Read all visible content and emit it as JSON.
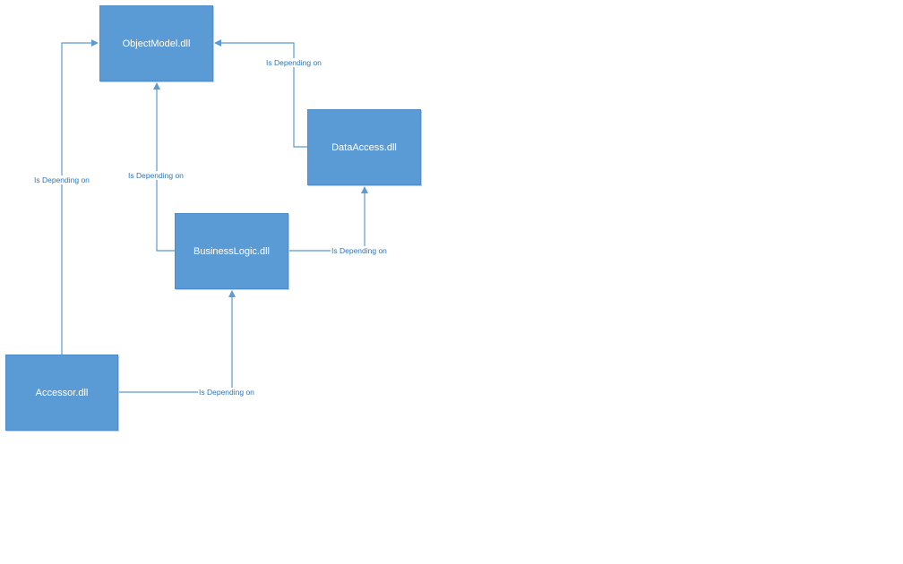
{
  "colors": {
    "node_fill": "#5b9bd5",
    "node_text": "#ffffff",
    "edge": "#5b9bd5",
    "edge_label": "#2e75b6",
    "background": "#ffffff"
  },
  "nodes": {
    "objectmodel": {
      "label": "ObjectModel.dll"
    },
    "dataaccess": {
      "label": "DataAccess.dll"
    },
    "businesslogic": {
      "label": "BusinessLogic.dll"
    },
    "accessor": {
      "label": "Accessor.dll"
    }
  },
  "edges": {
    "accessor_to_objectmodel": {
      "from": "Accessor.dll",
      "to": "ObjectModel.dll",
      "label": "Is Depending on"
    },
    "businesslogic_to_objectmodel": {
      "from": "BusinessLogic.dll",
      "to": "ObjectModel.dll",
      "label": "Is Depending on"
    },
    "dataaccess_to_objectmodel": {
      "from": "DataAccess.dll",
      "to": "ObjectModel.dll",
      "label": "Is Depending on"
    },
    "businesslogic_to_dataaccess": {
      "from": "BusinessLogic.dll",
      "to": "DataAccess.dll",
      "label": "Is Depending on"
    },
    "accessor_to_businesslogic": {
      "from": "Accessor.dll",
      "to": "BusinessLogic.dll",
      "label": "Is Depending on"
    }
  }
}
